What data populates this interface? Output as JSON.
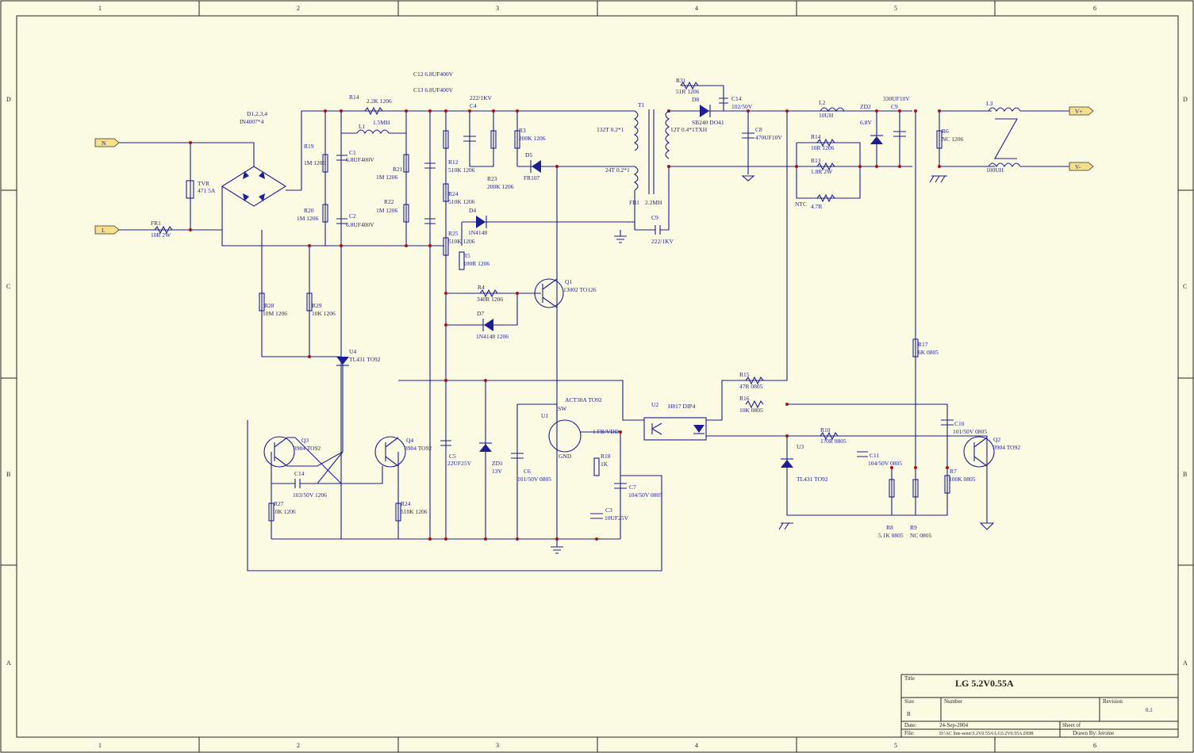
{
  "frame": {
    "col_labels": [
      "1",
      "2",
      "3",
      "4",
      "5",
      "6"
    ],
    "row_labels": [
      "D",
      "C",
      "B",
      "A"
    ]
  },
  "ports": {
    "n": "N",
    "l": "L",
    "vplus": "V+",
    "vminus": "V-"
  },
  "components": {
    "d1234": {
      "ref": "D1,2,3,4",
      "val": "IN4007*4"
    },
    "tvr": {
      "ref": "TVR",
      "val": "471 5A"
    },
    "fr1": {
      "ref": "FR1",
      "val": "10R 2W"
    },
    "r14a": {
      "ref": "R14",
      "val": "2.2K 1206"
    },
    "l1": {
      "ref": "L1",
      "val": "1.5MH"
    },
    "c12": {
      "ref": "C12",
      "val": "6.8UF400V"
    },
    "c13": {
      "ref": "C13",
      "val": "6.8UF400V"
    },
    "c1": {
      "ref": "C1",
      "val": "6.8UF400V"
    },
    "c2": {
      "ref": "C2",
      "val": "6.8UF400V"
    },
    "r19": {
      "ref": "R19",
      "val": "1M 1206"
    },
    "r20": {
      "ref": "R20",
      "val": "1M 1206"
    },
    "r21": {
      "ref": "R21",
      "val": "1M 1206"
    },
    "r22": {
      "ref": "R22",
      "val": "1M 1206"
    },
    "c4a": {
      "ref": "C4",
      "val": "222/1KV"
    },
    "r3": {
      "ref": "R3",
      "val": "200K 1206"
    },
    "r23": {
      "ref": "R23",
      "val": "200K 1206"
    },
    "d5": {
      "ref": "D5",
      "val": "FR107"
    },
    "r12": {
      "ref": "R12",
      "val": "510K 1206"
    },
    "r24a": {
      "ref": "R24",
      "val": "510K 1206"
    },
    "d4": {
      "ref": "D4",
      "val": "1N4148"
    },
    "r25": {
      "ref": "R25",
      "val": "510K 1206"
    },
    "r5": {
      "ref": "R5",
      "val": "100R 1206"
    },
    "r4": {
      "ref": "R4",
      "val": "340R 1206"
    },
    "q1": {
      "ref": "Q1",
      "val": "13002 TO126"
    },
    "d7": {
      "ref": "D7",
      "val": "1N4148 1206"
    },
    "r28": {
      "ref": "R28",
      "val": "10M 1206"
    },
    "r29": {
      "ref": "R29",
      "val": "10K 1206"
    },
    "u4": {
      "ref": "U4",
      "val": "TL431 TO92"
    },
    "t1": {
      "ref": "T1",
      "w1": "132T 0.2*1",
      "w2": "24T 0.2*1",
      "w3": "12T 0.4*1TXH"
    },
    "fb1": {
      "ref": "FB1",
      "val": "2.2MH"
    },
    "c9a": {
      "ref": "C9",
      "val": "222/1KV"
    },
    "r31": {
      "ref": "R31",
      "val": "51R 1206"
    },
    "d8": {
      "ref": "D8",
      "val": "SB240 DO41"
    },
    "c14a": {
      "ref": "C14",
      "val": "102/50V"
    },
    "c8": {
      "ref": "C8",
      "val": "470UF10V"
    },
    "l2": {
      "ref": "L2",
      "val": "10UH"
    },
    "zd2": {
      "ref": "ZD2",
      "val": "6.8V"
    },
    "c9b": {
      "ref": "C9",
      "val": "330UF10V"
    },
    "r6": {
      "ref": "R6",
      "val": "NC 1206"
    },
    "l3": {
      "ref": "L3",
      "val": "100UH"
    },
    "r14b": {
      "ref": "R14",
      "val": "10R 1206"
    },
    "r13": {
      "ref": "R13",
      "val": "1.8R 2W"
    },
    "ntc": {
      "ref": "NTC",
      "val": "4.7R"
    },
    "q3": {
      "ref": "Q3",
      "val": "3904 TO92"
    },
    "q4": {
      "ref": "Q4",
      "val": "3904 TO92"
    },
    "c14b": {
      "ref": "C14",
      "val": "103/50V 1206"
    },
    "r27": {
      "ref": "R27",
      "val": "10K 1206"
    },
    "r24b": {
      "ref": "R24",
      "val": "510K 1206"
    },
    "c5": {
      "ref": "C5",
      "val": "22UF25V"
    },
    "zd1": {
      "ref": "ZD1",
      "val": "13V"
    },
    "c6": {
      "ref": "C6",
      "val": "101/50V 0805"
    },
    "u1": {
      "ref": "U1",
      "val": "ACT30A TO92",
      "p1": "1 FB/VDD",
      "p2": "GND",
      "p3": "SW"
    },
    "r18": {
      "ref": "R18",
      "val": "1K"
    },
    "c7": {
      "ref": "C7",
      "val": "104/50V 0805"
    },
    "c3": {
      "ref": "C3",
      "val": "10UF25V"
    },
    "u2": {
      "ref": "U2",
      "val": "H817 DIP4"
    },
    "r15": {
      "ref": "R15",
      "val": "47R 0805"
    },
    "r16": {
      "ref": "R16",
      "val": "10K 0805"
    },
    "r17": {
      "ref": "R17",
      "val": "6K 0805"
    },
    "u3": {
      "ref": "U3",
      "val": "TL431 TO92"
    },
    "r10": {
      "ref": "R10",
      "val": "1?0R 0805"
    },
    "c11": {
      "ref": "C11",
      "val": "104/50V 0805"
    },
    "r8": {
      "ref": "R8",
      "val": "5.1K 0805"
    },
    "r9": {
      "ref": "R9",
      "val": "NC 0805"
    },
    "c10": {
      "ref": "C10",
      "val": "101/50V 0805"
    },
    "q2": {
      "ref": "Q2",
      "val": "3904 TO92"
    },
    "r7": {
      "ref": "R7",
      "val": "100K 0805"
    }
  },
  "title_block": {
    "title_label": "Title",
    "title": "LG 5.2V0.55A",
    "size_label": "Size",
    "size": "B",
    "number_label": "Number",
    "revision_label": "Revision",
    "revision": "0.1",
    "date_label": "Date:",
    "date": "24-Sep-2004",
    "sheet_label": "Sheet of",
    "file_label": "File:",
    "file": "D:\\AC line-semi\\5.2V0.55A\\LG5.2V0.55A.DDB",
    "drawn_label": "Drawn By:",
    "drawn": "Jerome"
  }
}
